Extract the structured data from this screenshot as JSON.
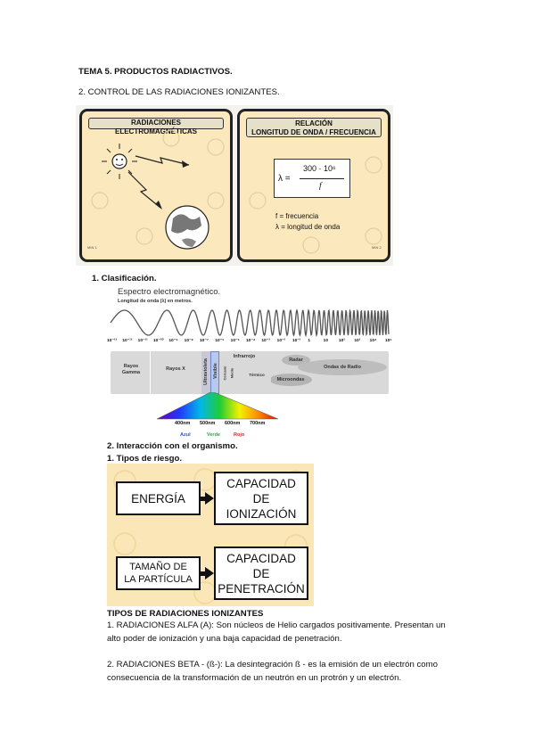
{
  "document": {
    "heading": "TEMA 5. PRODUCTOS RADIACTIVOS.",
    "subheading": "2. CONTROL DE LAS RADIACIONES IONIZANTES.",
    "sections": {
      "clasificacion": "1.    Clasificación.",
      "interaccion": "2. Interacción con el organismo.",
      "tipos_riesgo": "1. Tipos de riesgo.",
      "tipos_radiaciones": "TIPOS DE RADIACIONES IONIZANTES"
    },
    "paragraphs": {
      "alfa_1": "1. RADIACIONES ALFA (A): Son núcleos de Helio cargados positivamente. Presentan un",
      "alfa_2": "alto poder de ionización y una baja capacidad de penetración.",
      "beta_1": "2. RADIACIONES BETA - (ß-): La desintegración ß - es la emisión de un electrón como",
      "beta_2": "consecuencia de la transformación de un neutrón en un protrón y un electrón."
    }
  },
  "figure_panels": {
    "left_title": "RADIACIONES ELECTROMAGNÉTICAS",
    "right_title_1": "RELACIÓN",
    "right_title_2": "LONGITUD DE ONDA / FRECUENCIA",
    "formula_lhs": "λ =",
    "formula_num": "300 · 10⁶",
    "formula_den": "f",
    "legend_f": "f = frecuencia",
    "legend_lambda": "λ = longitud de onda",
    "footer_left": "MIN 1",
    "footer_right": "MIN 2"
  },
  "spectrum": {
    "title": "Espectro electromagnético.",
    "subtitle": "Longitud de onda (λ) en metros.",
    "ticks": [
      "10⁻¹³",
      "10⁻¹²",
      "10⁻¹¹",
      "10⁻¹⁰",
      "10⁻⁹",
      "10⁻⁸",
      "10⁻⁷",
      "10⁻⁶",
      "10⁻⁵",
      "10⁻⁴",
      "10⁻³",
      "10⁻²",
      "10⁻¹",
      "1",
      "10",
      "10²",
      "10³",
      "10⁴",
      "10⁵"
    ],
    "bands": {
      "gamma": "Rayos\nGamma",
      "x": "Rayos X",
      "uv": "Ultravioleta",
      "visible": "Visible",
      "infrarrojo": "Infrarrojo",
      "cercano": "Cercano",
      "medio": "Medio",
      "termico": "Térmico",
      "radar": "Radar",
      "ondas_radio": "Ondas de Radio",
      "microondas": "Microondas"
    },
    "nm_labels": [
      "400nm",
      "500nm",
      "600nm",
      "700nm"
    ],
    "color_labels": {
      "azul": "Azul",
      "verde": "Verde",
      "rojo": "Rojo"
    },
    "colors": {
      "azul": "#2a4fd6",
      "verde": "#2fa84f",
      "rojo": "#d62a2a"
    }
  },
  "risk": {
    "energia": "ENERGÍA",
    "cap_ionizacion": "CAPACIDAD\nDE\nIONIZACIÓN",
    "tamano": "TAMAÑO DE\nLA PARTÍCULA",
    "cap_penetracion": "CAPACIDAD\nDE\nPENETRACIÓN"
  }
}
